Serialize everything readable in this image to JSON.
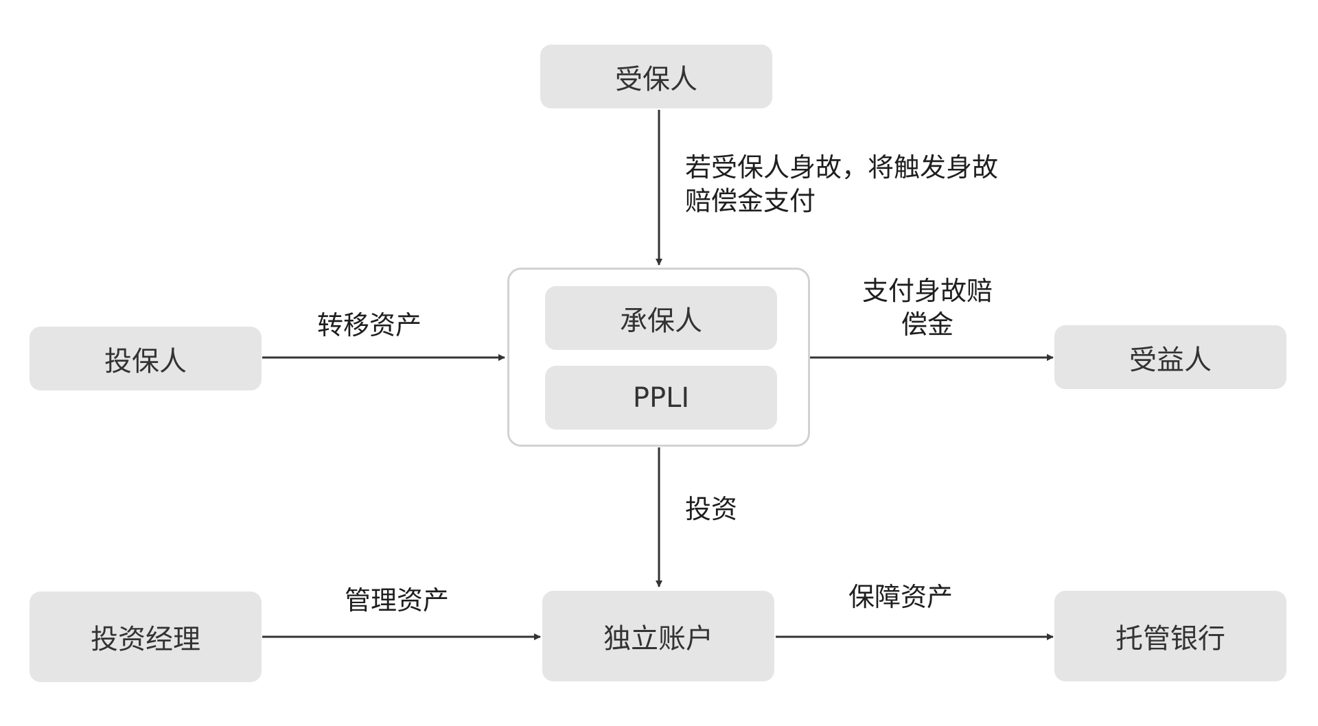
{
  "nodes": {
    "insured": "受保人",
    "insurer": "承保人",
    "ppli": "PPLI",
    "policyholder": "投保人",
    "beneficiary": "受益人",
    "investment_manager": "投资经理",
    "separate_account": "独立账户",
    "custodian_bank": "托管银行"
  },
  "edges": {
    "death_trigger": [
      "若受保人身故，将触发身故",
      "赔偿金支付"
    ],
    "transfer_assets": "转移资产",
    "pay_death_benefit": [
      "支付身故赔",
      "偿金"
    ],
    "invest": "投资",
    "manage_assets": "管理资产",
    "safeguard_assets": "保障资产"
  },
  "colors": {
    "node_fill": "#e6e5e5",
    "group_border": "#d2d2d2",
    "arrow": "#333333"
  }
}
